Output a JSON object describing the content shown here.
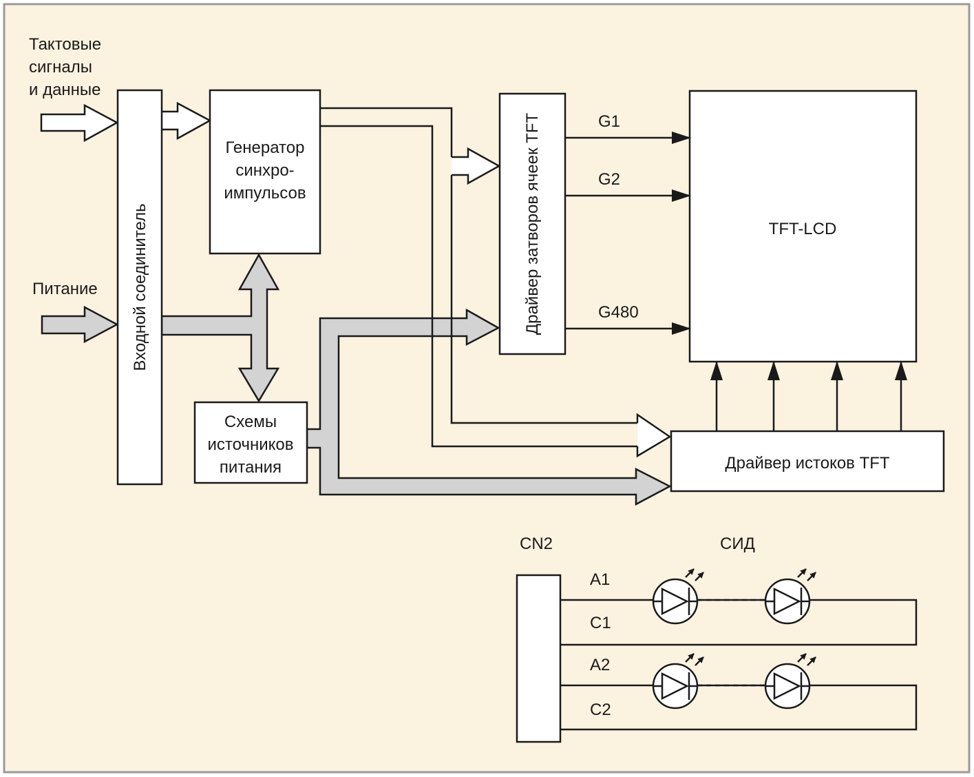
{
  "colors": {
    "background": "#fbf2e0",
    "frame": "#9a9a9a",
    "power_bus": "#d3d3d3",
    "line": "#1a1a1a"
  },
  "inputs": {
    "clock_data_line1": "Тактовые",
    "clock_data_line2": "сигналы",
    "clock_data_line3": "и данные",
    "power": "Питание"
  },
  "blocks": {
    "input_connector": "Входной соединитель",
    "sync_generator_line1": "Генератор",
    "sync_generator_line2": "синхро-",
    "sync_generator_line3": "импульсов",
    "power_supply_line1": "Схемы",
    "power_supply_line2": "источников",
    "power_supply_line3": "питания",
    "gate_driver": "Драйвер затворов ячеек TFT",
    "panel": "TFT-LCD",
    "source_driver": "Драйвер истоков TFT"
  },
  "gate_lines": [
    "G1",
    "G2",
    "G480"
  ],
  "backlight": {
    "connector": "CN2",
    "led_label": "СИД",
    "pins": [
      "A1",
      "C1",
      "A2",
      "C2"
    ]
  }
}
